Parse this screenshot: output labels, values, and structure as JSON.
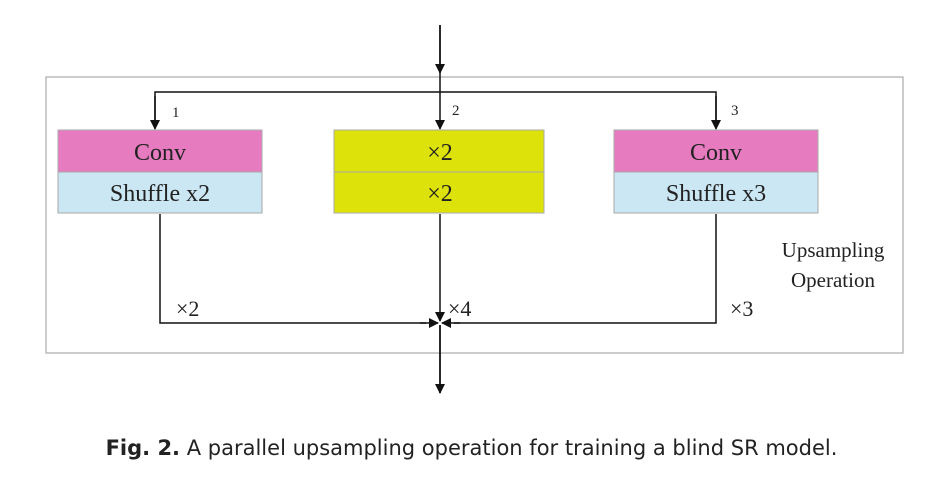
{
  "diagram": {
    "branches": [
      {
        "number": "1",
        "top_label": "Conv",
        "bottom_label": "Shuffle x2",
        "scale_label": "×2"
      },
      {
        "number": "2",
        "top_label": "×2",
        "bottom_label": "×2",
        "scale_label": "×4"
      },
      {
        "number": "3",
        "top_label": "Conv",
        "bottom_label": "Shuffle x3",
        "scale_label": "×3"
      }
    ],
    "operation_label_line1": "Upsampling",
    "operation_label_line2": "Operation",
    "colors": {
      "conv_fill": "#e77bc0",
      "shuffle_fill": "#cbe7f3",
      "interp_fill": "#dde30a",
      "box_border": "#aaaaaa",
      "line": "#111111"
    }
  },
  "caption": {
    "label": "Fig. 2.",
    "text": "A parallel upsampling operation for training a blind SR model."
  }
}
